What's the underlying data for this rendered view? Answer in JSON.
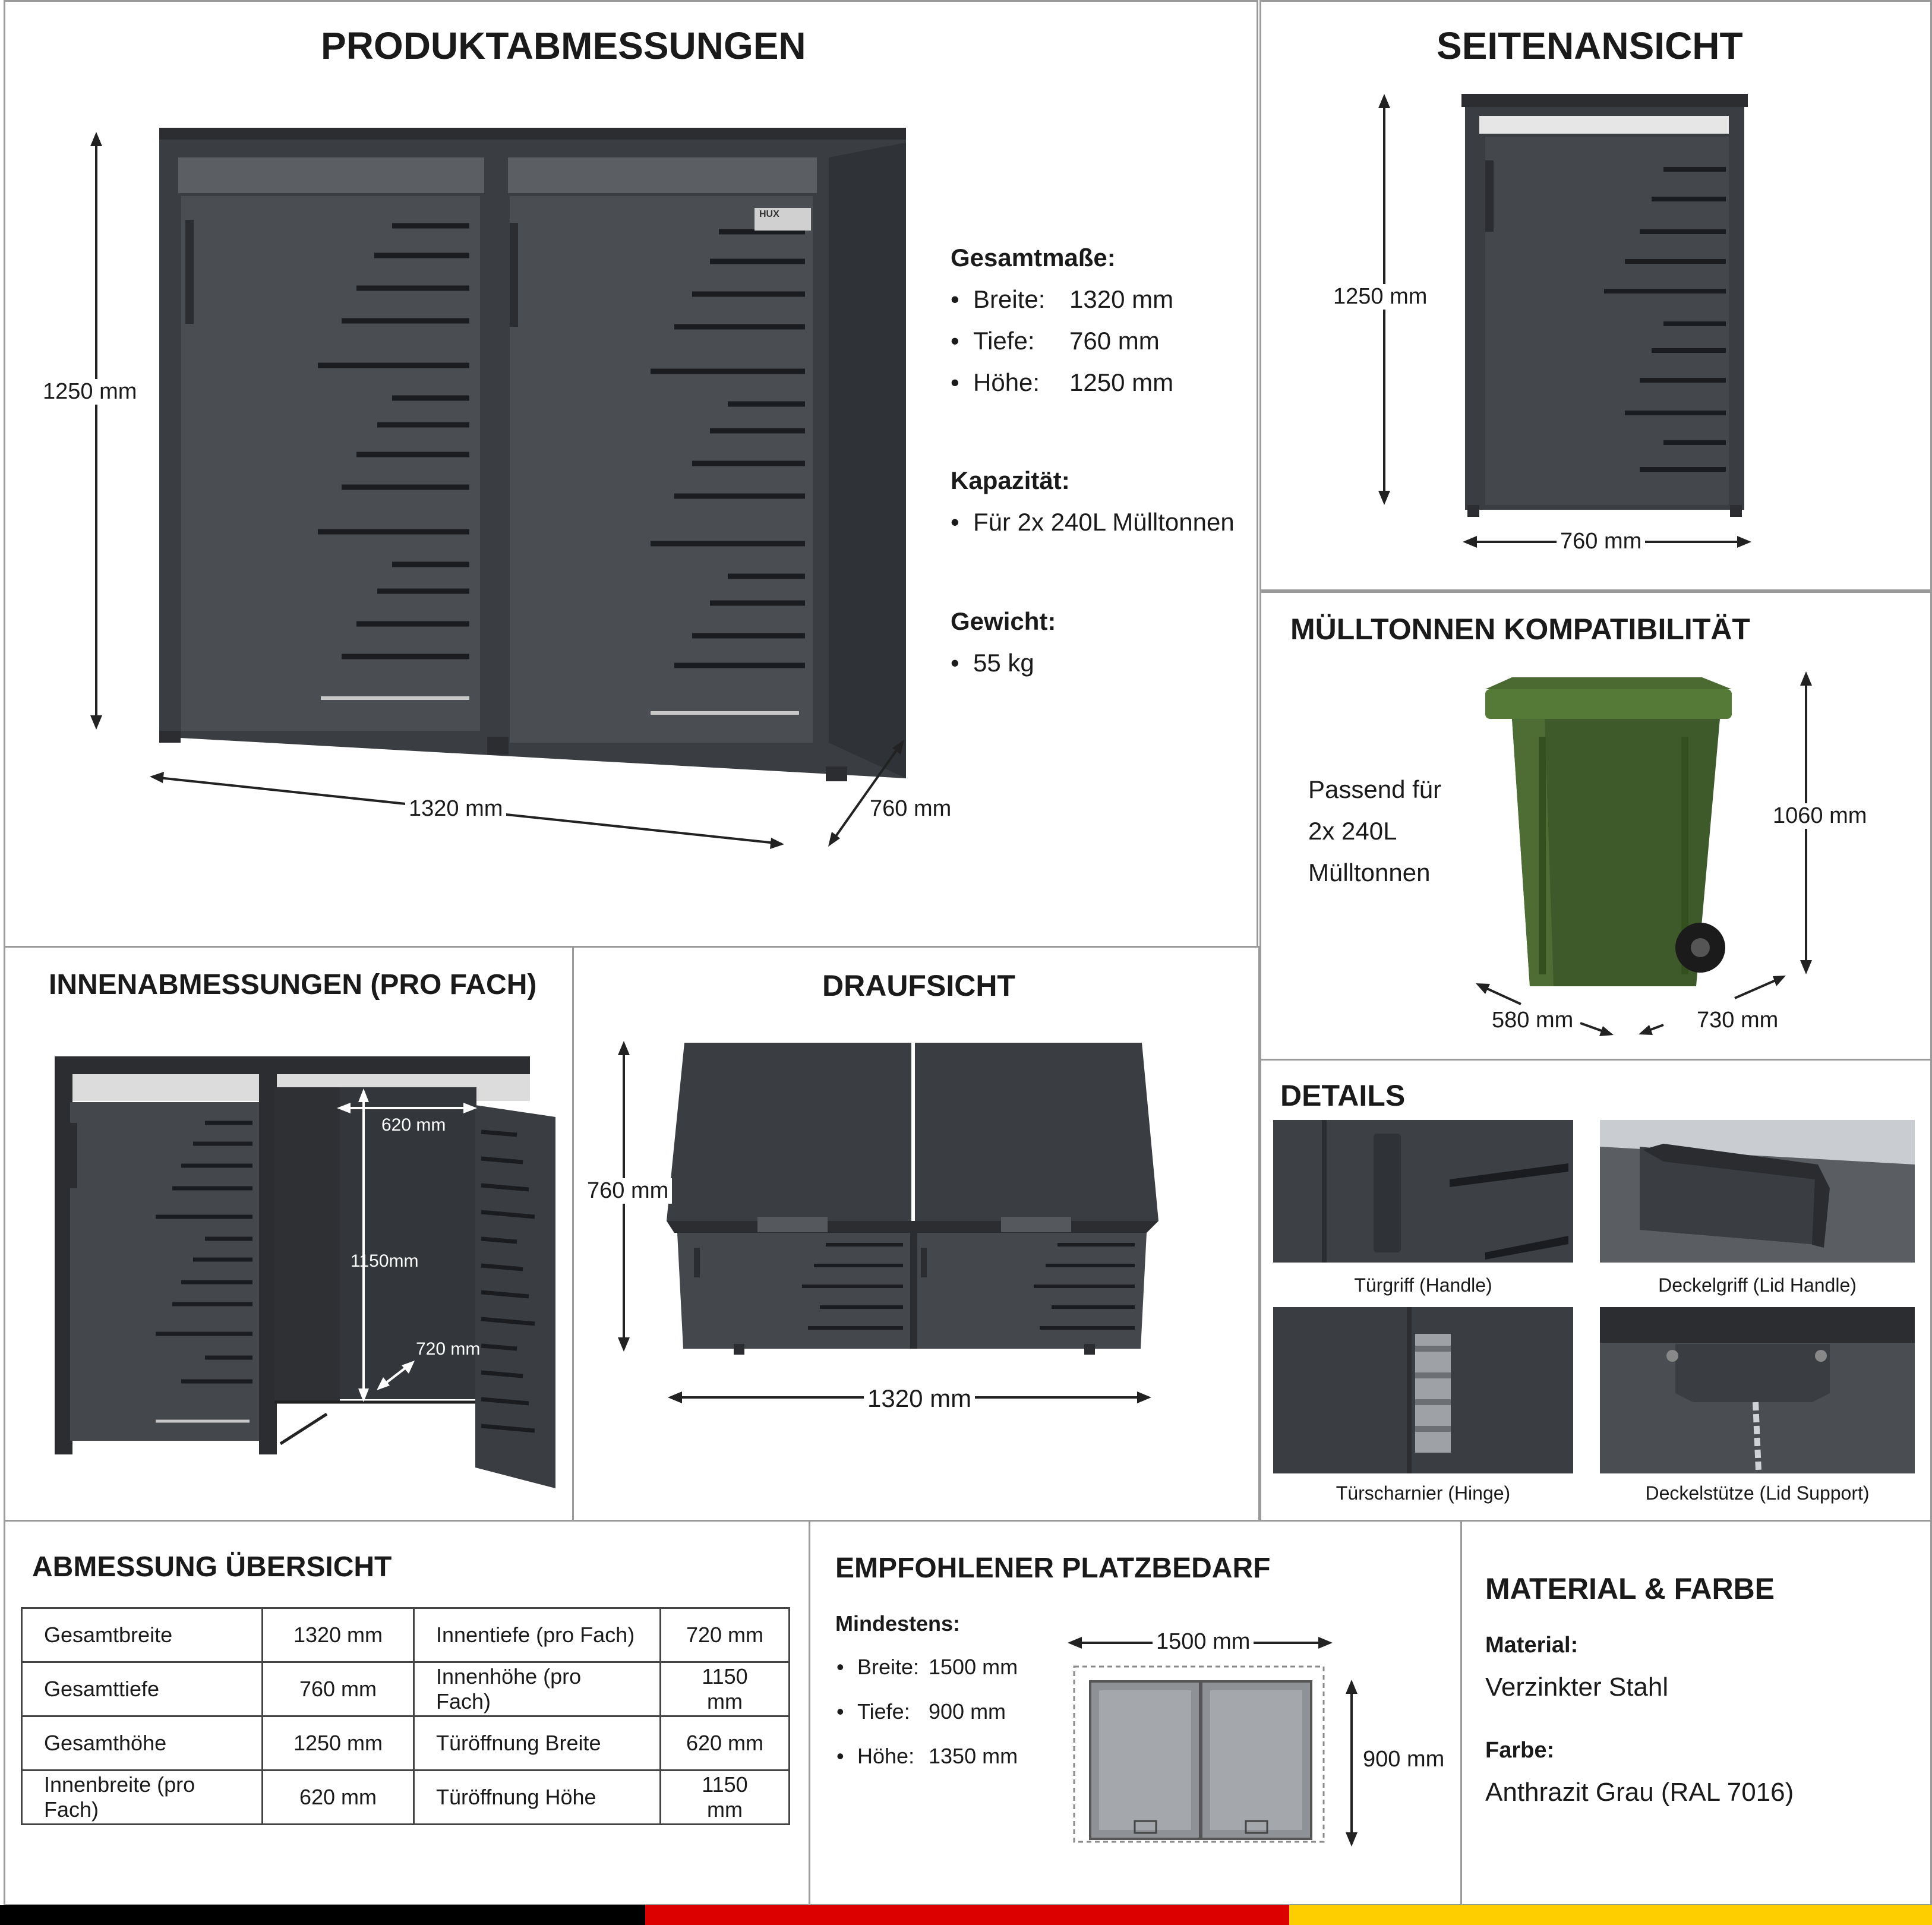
{
  "produkt": {
    "title": "PRODUKTABMESSUNGEN",
    "height_label": "1250 mm",
    "width_label": "1320 mm",
    "depth_label": "760 mm",
    "logo_text": "HUX",
    "gesamt_title": "Gesamtmaße:",
    "gesamt_items": [
      {
        "key": "Breite:",
        "value": "1320 mm"
      },
      {
        "key": "Tiefe:",
        "value": "760 mm"
      },
      {
        "key": "Höhe:",
        "value": "1250 mm"
      }
    ],
    "kapazitaet_title": "Kapazität:",
    "kapazitaet_item": "Für 2x 240L Mülltonnen",
    "gewicht_title": "Gewicht:",
    "gewicht_item": "55 kg",
    "bullet": "•"
  },
  "seitenansicht": {
    "title": "SEITENANSICHT",
    "height_label": "1250 mm",
    "depth_label": "760 mm"
  },
  "muelltonnen": {
    "title": "MÜLLTONNEN KOMPATIBILITÄT",
    "text_line1": "Passend für",
    "text_line2": "2x 240L",
    "text_line3": "Mülltonnen",
    "height_label": "1060 mm",
    "width_label": "580 mm",
    "depth_label": "730 mm"
  },
  "innen": {
    "title": "INNENABMESSUNGEN (PRO FACH)",
    "width_label": "620 mm",
    "height_label": "1150mm",
    "depth_label": "720 mm"
  },
  "draufsicht": {
    "title": "DRAUFSICHT",
    "depth_label": "760 mm",
    "width_label": "1320 mm"
  },
  "details": {
    "title": "DETAILS",
    "captions": [
      "Türgriff (Handle)",
      "Deckelgriff (Lid Handle)",
      "Türscharnier (Hinge)",
      "Deckelstütze (Lid Support)"
    ]
  },
  "uebersicht": {
    "title": "ABMESSUNG ÜBERSICHT",
    "rows": [
      [
        "Gesamtbreite",
        "1320 mm",
        "Innentiefe (pro Fach)",
        "720 mm"
      ],
      [
        "Gesamttiefe",
        "760 mm",
        "Innenhöhe (pro Fach)",
        "1150 mm"
      ],
      [
        "Gesamthöhe",
        "1250 mm",
        "Türöffnung Breite",
        "620 mm"
      ],
      [
        "Innenbreite (pro Fach)",
        "620 mm",
        "Türöffnung Höhe",
        "1150 mm"
      ]
    ]
  },
  "platz": {
    "title": "EMPFOHLENER PLATZBEDARF",
    "min_title": "Mindestens:",
    "items": [
      {
        "key": "Breite:",
        "value": "1500 mm"
      },
      {
        "key": "Tiefe:",
        "value": "900 mm"
      },
      {
        "key": "Höhe:",
        "value": "1350 mm"
      }
    ],
    "width_label": "1500 mm",
    "depth_label": "900 mm"
  },
  "material": {
    "title": "MATERIAL & FARBE",
    "material_label": "Material:",
    "material_value": "Verzinkter Stahl",
    "farbe_label": "Farbe:",
    "farbe_value": "Anthrazit Grau (RAL 7016)"
  },
  "colors": {
    "anthracite": "#3a3d42",
    "anthracite_dark": "#2b2d31",
    "bin_green": "#3f5a2a",
    "flag_black": "#000000",
    "flag_red": "#dd0000",
    "flag_gold": "#ffce00"
  }
}
